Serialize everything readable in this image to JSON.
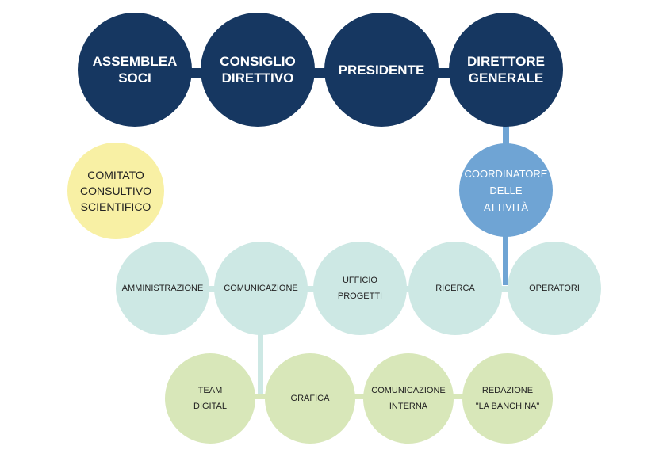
{
  "colors": {
    "top_level": "#163761",
    "coordinator": "#6fa4d4",
    "committee": "#f8f0a4",
    "offices": "#cde8e4",
    "teams": "#d8e7b9",
    "connector_top": "#163761",
    "connector_coordinator": "#6fa4d4",
    "connector_light": "#cde8e4",
    "connector_green": "#d8e7b9"
  },
  "nodes": {
    "assemblea_soci": "ASSEMBLEA\nSOCI",
    "consiglio_direttivo": "CONSIGLIO\nDIRETTIVO",
    "presidente": "PRESIDENTE",
    "direttore_generale": "DIRETTORE\nGENERALE",
    "coordinatore_attivita": "COORDINATORE\nDELLE\nATTIVITÀ",
    "comitato_consultivo": "COMITATO\nCONSULTIVO\nSCIENTIFICO",
    "amministrazione": "AMMINISTRAZIONE",
    "comunicazione": "COMUNICAZIONE",
    "ufficio_progetti": "UFFICIO\nPROGETTI",
    "ricerca": "RICERCA",
    "operatori": "OPERATORI",
    "team_digital": "TEAM\nDIGITAL",
    "grafica": "GRAFICA",
    "comunicazione_interna": "COMUNICAZIONE\nINTERNA",
    "redazione_banchina": "REDAZIONE\n\"LA BANCHINA\""
  }
}
